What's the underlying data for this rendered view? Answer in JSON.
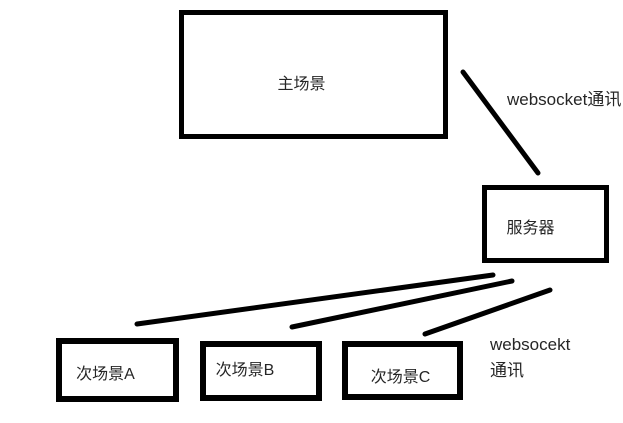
{
  "diagram": {
    "nodes": [
      {
        "id": "main-scene",
        "label": "主场景"
      },
      {
        "id": "server",
        "label": "服务器"
      },
      {
        "id": "sub-scene-a",
        "label": "次场景A"
      },
      {
        "id": "sub-scene-b",
        "label": "次场景B"
      },
      {
        "id": "sub-scene-c",
        "label": "次场景C"
      }
    ],
    "annotations": [
      {
        "id": "websocket-communication-top",
        "text": "websocket通讯"
      },
      {
        "id": "websocket-communication-bottom",
        "line1": "websocekt",
        "line2": "通讯"
      }
    ],
    "edges": [
      {
        "from": "主场景",
        "to": "服务器"
      },
      {
        "from": "服务器",
        "to": "次场景A"
      },
      {
        "from": "服务器",
        "to": "次场景B"
      },
      {
        "from": "服务器",
        "to": "次场景C"
      }
    ],
    "colors": {
      "stroke": "#000000",
      "text": "#262626",
      "background": "#ffffff"
    }
  }
}
